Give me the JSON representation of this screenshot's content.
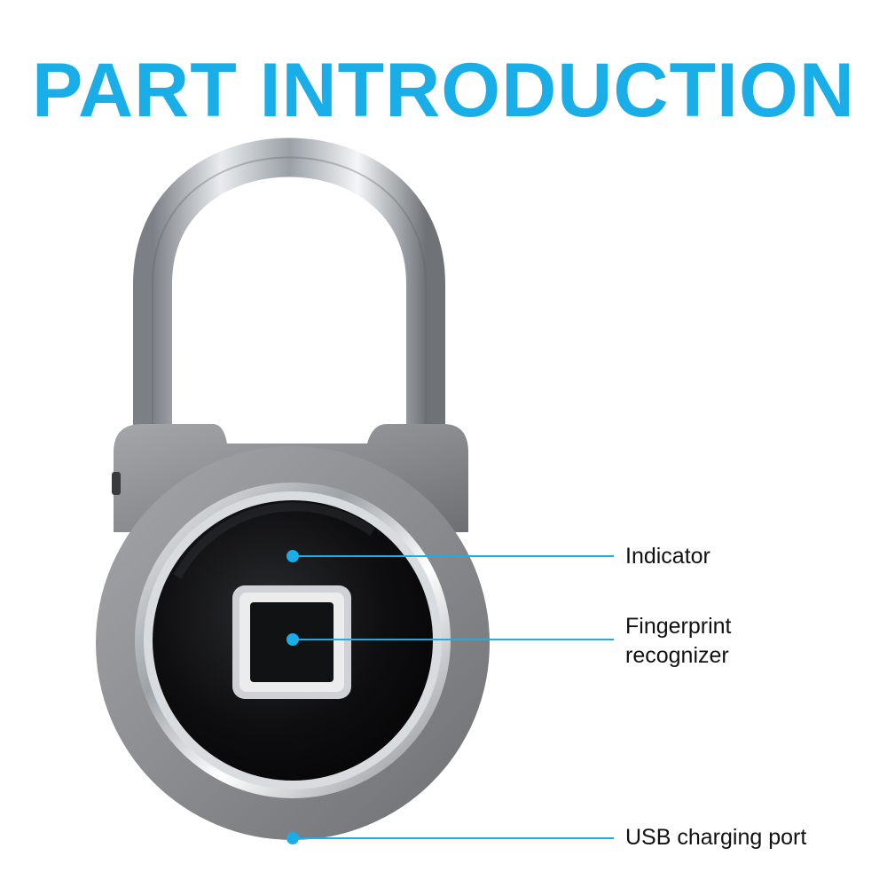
{
  "title": "PART INTRODUCTION",
  "product": {
    "icon": "padlock-icon"
  },
  "callouts": [
    {
      "label": "Indicator"
    },
    {
      "label": "Fingerprint\nrecognizer"
    },
    {
      "label": "USB charging port"
    }
  ],
  "colors": {
    "accent": "#1aaee8",
    "text": "#111111",
    "lock_body": "#8e9093",
    "lock_face": "#0b0b0c",
    "shackle": "#cfd3d8"
  }
}
